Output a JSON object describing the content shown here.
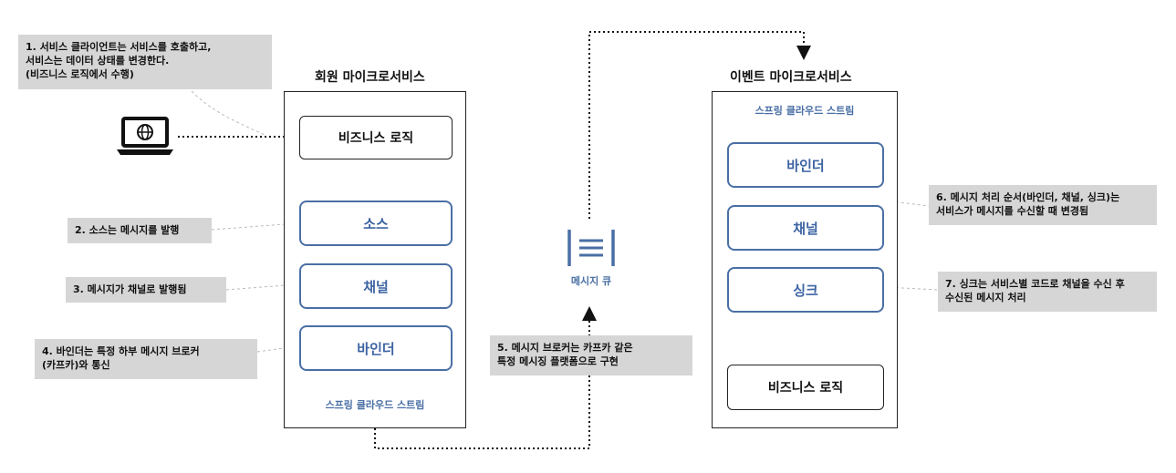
{
  "member_service": {
    "title": "회원 마이크로서비스",
    "business_logic": "비즈니스 로직",
    "components": [
      "소스",
      "채널",
      "바인더"
    ],
    "cloud_stream_label": "스프링 클라우드 스트림"
  },
  "event_service": {
    "title": "이벤트 마이크로서비스",
    "cloud_stream_label": "스프링 클라우드 스트림",
    "components": [
      "바인더",
      "채널",
      "싱크"
    ],
    "business_logic": "비즈니스 로직"
  },
  "queue": {
    "label": "메시지 큐"
  },
  "notes": [
    "1. 서비스 클라이언트는 서비스를 호출하고,\n    서비스는 데이터 상태를 변경한다.\n    (비즈니스 로직에서 수행)",
    "2. 소스는 메시지를 발행",
    "3. 메시지가 채널로 발행됨",
    "4. 바인더는 특정 하부 메시지 브로커\n    (카프카)와 통신",
    "5. 메시지 브로커는 카프카 같은\n    특정 메시징 플랫폼으로 구현",
    "6. 메시지 처리 순서(바인더, 채널, 싱크)는\n    서비스가 메시지를 수신할 때 변경됨",
    "7. 싱크는 서비스별 코드로 채널을 수신 후\n    수신된 메시지 처리"
  ],
  "colors": {
    "accent": "#4a6fa5",
    "note_bg": "#d6d6d6"
  },
  "icons": {
    "client": "laptop-globe-icon",
    "queue": "message-queue-icon"
  }
}
